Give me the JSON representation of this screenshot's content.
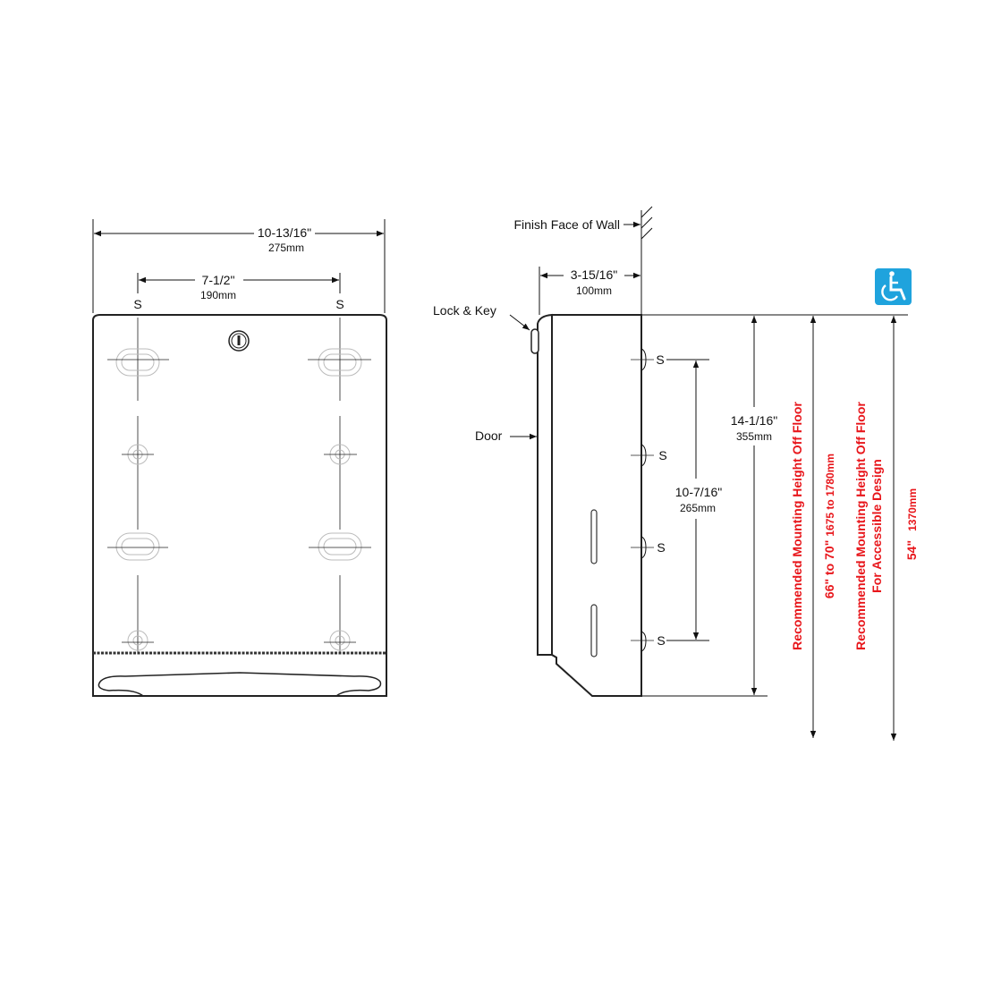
{
  "front_view": {
    "overall_width_in": "10-13/16\"",
    "overall_width_mm": "275mm",
    "mount_spacing_in": "7-1/2\"",
    "mount_spacing_mm": "190mm",
    "screw_left": "S",
    "screw_right": "S"
  },
  "side_view": {
    "wall_label": "Finish Face of Wall",
    "lock_label": "Lock & Key",
    "door_label": "Door",
    "depth_in": "3-15/16\"",
    "depth_mm": "100mm",
    "screws": [
      "S",
      "S",
      "S",
      "S"
    ],
    "screw_span_in": "10-7/16\"",
    "screw_span_mm": "265mm",
    "height_in": "14-1/16\"",
    "height_mm": "355mm"
  },
  "mounting": {
    "standard_label": "Recommended Mounting Height Off Floor",
    "standard_value_in": "66\" to 70\"",
    "standard_value_mm": "1675 to 1780mm",
    "accessible_label_1": "Recommended Mounting Height Off Floor",
    "accessible_label_2": "For Accessible Design",
    "accessible_value_in": "54\"",
    "accessible_value_mm": "1370mm",
    "accessible_icon": "wheelchair-icon",
    "accessible_color": "#1fa3dd",
    "text_color": "#e8161b"
  }
}
